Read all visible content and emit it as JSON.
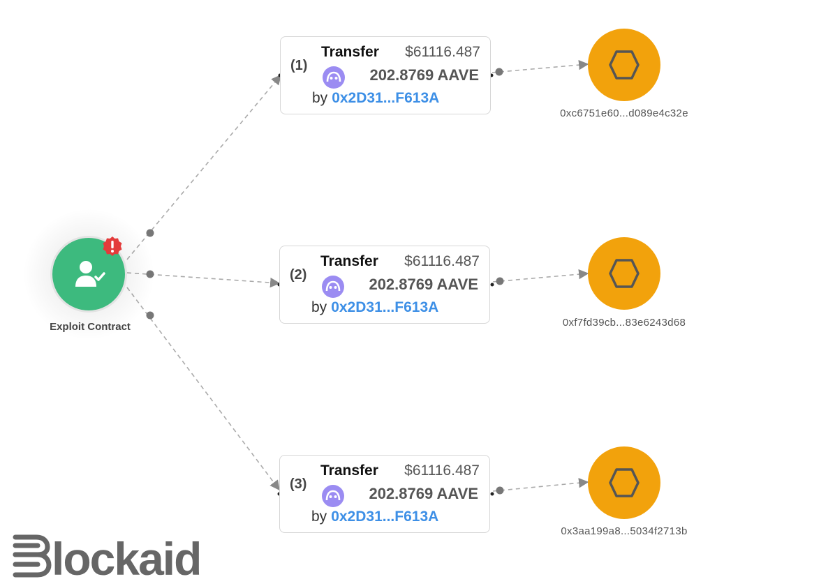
{
  "source": {
    "label": "Exploit Contract",
    "icon": "user-check-icon",
    "alert_icon": "alert-badge-icon",
    "color": "#3dba7e",
    "alert_color": "#e33b3b"
  },
  "transfers": [
    {
      "index": "(1)",
      "action": "Transfer",
      "usd_value": "$61116.487",
      "amount": "202.8769 AAVE",
      "by_prefix": "by",
      "by_address": "0x2D31...F613A",
      "token_icon": "aave-icon"
    },
    {
      "index": "(2)",
      "action": "Transfer",
      "usd_value": "$61116.487",
      "amount": "202.8769 AAVE",
      "by_prefix": "by",
      "by_address": "0x2D31...F613A",
      "token_icon": "aave-icon"
    },
    {
      "index": "(3)",
      "action": "Transfer",
      "usd_value": "$61116.487",
      "amount": "202.8769 AAVE",
      "by_prefix": "by",
      "by_address": "0x2D31...F613A",
      "token_icon": "aave-icon"
    }
  ],
  "targets": [
    {
      "address": "0xc6751e60...d089e4c32e",
      "icon": "hexagon-icon"
    },
    {
      "address": "0xf7fd39cb...83e6243d68",
      "icon": "hexagon-icon"
    },
    {
      "address": "0x3aa199a8...5034f2713b",
      "icon": "hexagon-icon"
    }
  ],
  "colors": {
    "target": "#f2a20c",
    "address_link": "#3d8fe6",
    "token": "#9b8cf2",
    "edge": "#aaaaaa"
  },
  "brand": {
    "name": "Blockaid"
  }
}
